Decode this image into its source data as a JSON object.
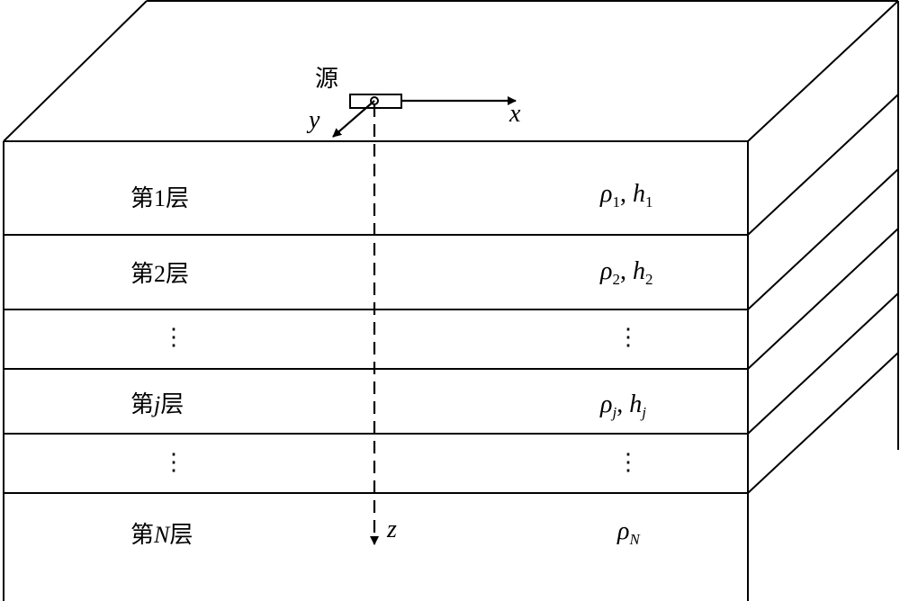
{
  "source_label": "源",
  "axes": {
    "x": "x",
    "y": "y",
    "z": "z"
  },
  "layers": [
    {
      "name_prefix": "第",
      "name_index": "1",
      "name_index_italic": false,
      "name_suffix": "层",
      "param": {
        "rho": "ρ",
        "rho_sub": "1",
        "sep": ", ",
        "h": "h",
        "h_sub": "1"
      }
    },
    {
      "name_prefix": "第",
      "name_index": "2",
      "name_index_italic": false,
      "name_suffix": "层",
      "param": {
        "rho": "ρ",
        "rho_sub": "2",
        "sep": ", ",
        "h": "h",
        "h_sub": "2"
      }
    },
    {
      "ellipsis": "⋮"
    },
    {
      "name_prefix": "第",
      "name_index": "j",
      "name_index_italic": true,
      "name_suffix": "层",
      "param": {
        "rho": "ρ",
        "rho_sub": "j",
        "sep": ", ",
        "h": "h",
        "h_sub": "j"
      }
    },
    {
      "ellipsis": "⋮"
    },
    {
      "name_prefix": "第",
      "name_index": "N",
      "name_index_italic": true,
      "name_suffix": "层",
      "param": {
        "rho": "ρ",
        "rho_sub": "N"
      }
    }
  ]
}
